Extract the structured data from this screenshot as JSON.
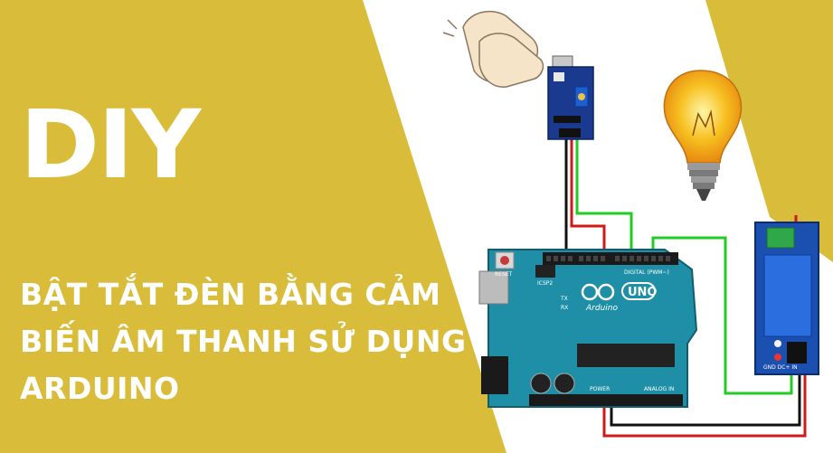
{
  "banner": {
    "tag": "DIY",
    "headline_lines": [
      "BẬT TẮT ĐÈN BẰNG CẢM",
      "BIẾN ÂM THANH SỬ DỤNG",
      "ARDUINO"
    ]
  },
  "arduino_board": {
    "model": "UNO",
    "brand": "Arduino",
    "reset_label": "RESET",
    "icsp_label": "ICSP2",
    "tx_label": "TX",
    "rx_label": "RX",
    "digital_label": "DIGITAL (PWM~)",
    "power_label": "POWER",
    "analog_label": "ANALOG IN"
  },
  "relay_module": {
    "pin_labels": "GND DC+ IN"
  },
  "colors": {
    "mustard": "#d9bd3a",
    "board_blue": "#1e8fa6",
    "wire_green": "#22cc22",
    "wire_red": "#d01818",
    "wire_black": "#111111"
  },
  "icons": [
    "clapping-hands-icon",
    "light-bulb-icon",
    "sound-sensor-module",
    "arduino-uno-board",
    "relay-module"
  ]
}
